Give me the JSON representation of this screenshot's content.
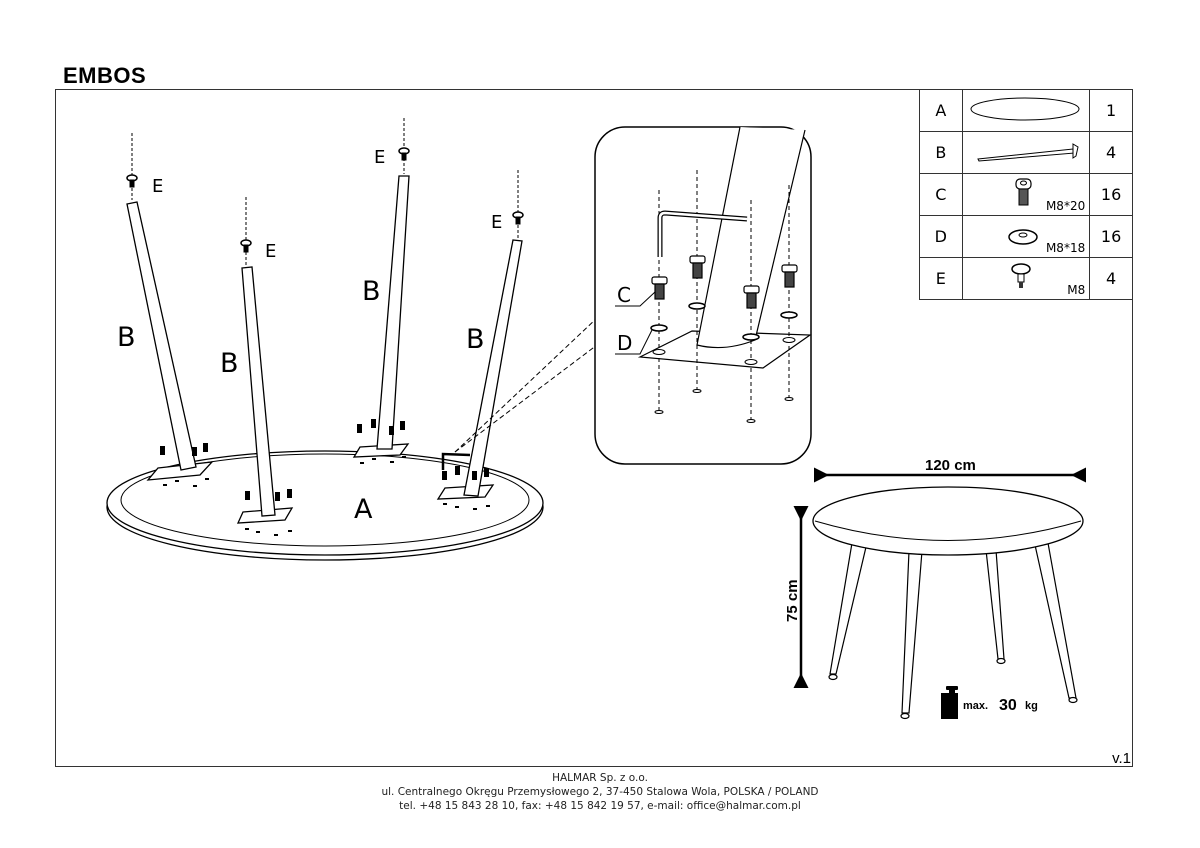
{
  "document": {
    "title": "EMBOS",
    "version": "v.1"
  },
  "parts_list": [
    {
      "label": "A",
      "icon": "tabletop-icon",
      "spec": "",
      "qty": "1"
    },
    {
      "label": "B",
      "icon": "leg-icon",
      "spec": "",
      "qty": "4"
    },
    {
      "label": "C",
      "icon": "bolt-icon",
      "spec": "M8*20",
      "qty": "16"
    },
    {
      "label": "D",
      "icon": "washer-icon",
      "spec": "M8*18",
      "qty": "16"
    },
    {
      "label": "E",
      "icon": "foot-glide-icon",
      "spec": "M8",
      "qty": "4"
    }
  ],
  "assembly": {
    "tabletop_label": "A",
    "leg_label": "B",
    "foot_label": "E",
    "detail": {
      "bolt_label": "C",
      "washer_label": "D"
    }
  },
  "dimensions": {
    "width": "120 cm",
    "height": "75 cm",
    "max_load_prefix": "max.",
    "max_load_value": "30",
    "max_load_unit": "kg"
  },
  "footer": {
    "company": "HALMAR Sp. z o.o.",
    "address": "ul. Centralnego Okręgu Przemysłowego 2, 37-450 Stalowa Wola, POLSKA / POLAND",
    "contact": "tel. +48 15 843 28 10, fax: +48 15 842 19 57, e-mail: office@halmar.com.pl"
  }
}
